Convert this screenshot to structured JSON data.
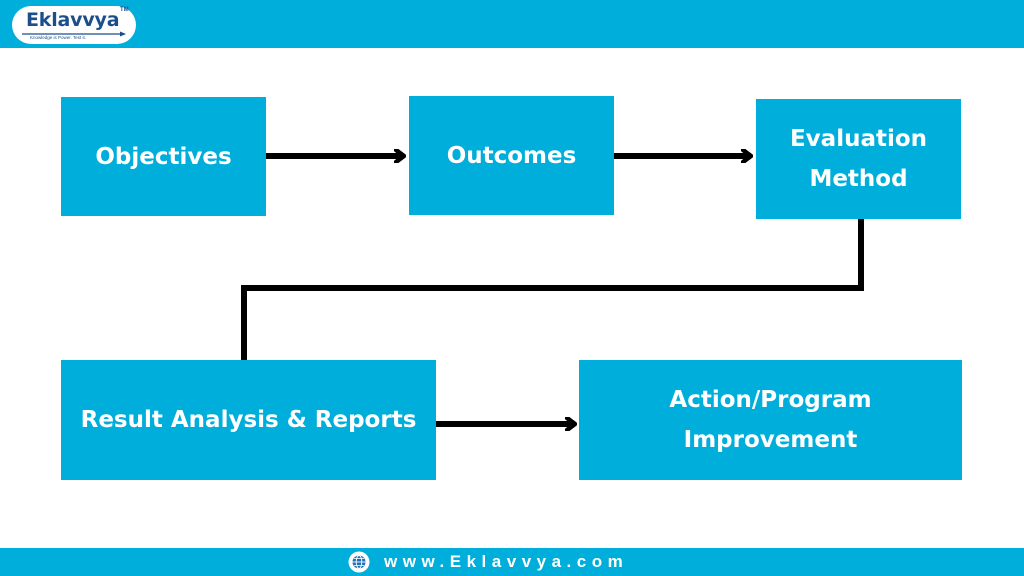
{
  "brand": {
    "name": "Eklavvya",
    "trademark": "TM",
    "tagline": "Knowledge is Power. Test it."
  },
  "diagram": {
    "nodes": [
      {
        "id": "objectives",
        "lines": [
          "Objectives"
        ]
      },
      {
        "id": "outcomes",
        "lines": [
          "Outcomes"
        ]
      },
      {
        "id": "evaluation-method",
        "lines": [
          "Evaluation",
          "Method"
        ]
      },
      {
        "id": "result-analysis-reports",
        "lines": [
          "Result Analysis & Reports"
        ]
      },
      {
        "id": "action-program-improvement",
        "lines": [
          "Action/Program",
          "Improvement"
        ]
      }
    ],
    "edges": [
      {
        "from": "objectives",
        "to": "outcomes"
      },
      {
        "from": "outcomes",
        "to": "evaluation-method"
      },
      {
        "from": "evaluation-method",
        "to": "result-analysis-reports"
      },
      {
        "from": "result-analysis-reports",
        "to": "action-program-improvement"
      }
    ]
  },
  "footer": {
    "url": "www.Eklavvya.com",
    "icon": "globe-icon"
  },
  "colors": {
    "accent": "#00AEDB",
    "box_text": "#FFFFFF",
    "connector": "#000000",
    "logo_text": "#1B4F8C"
  }
}
